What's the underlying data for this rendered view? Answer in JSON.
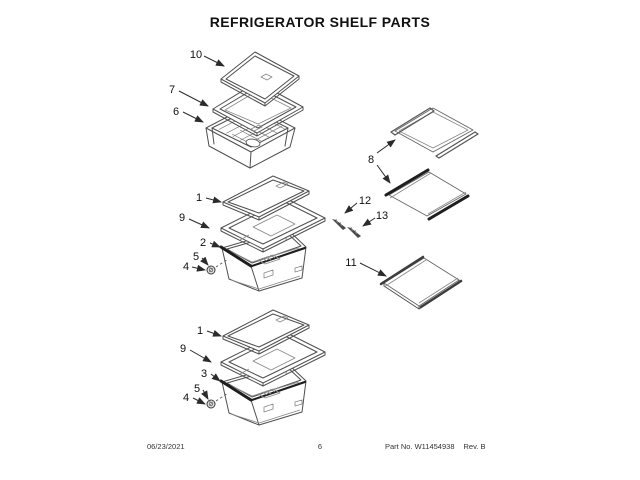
{
  "title": "REFRIGERATOR SHELF PARTS",
  "callouts": {
    "top_assembly": [
      "10",
      "7",
      "6"
    ],
    "middle_assembly": [
      "1",
      "9",
      "2",
      "5",
      "4"
    ],
    "bottom_assembly": [
      "1",
      "9",
      "3",
      "5",
      "4"
    ],
    "shelf_column": [
      "8",
      "12",
      "13",
      "11"
    ]
  },
  "footer": {
    "date": "06/23/2021",
    "page_number": "6",
    "part_number": "Part No. W11454938",
    "revision": "Rev. B"
  }
}
